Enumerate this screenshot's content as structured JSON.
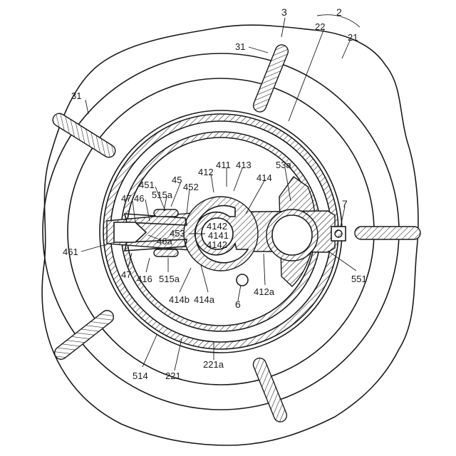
{
  "figure": {
    "labels": {
      "l3": "3",
      "l2": "2",
      "l22": "22",
      "l21": "21",
      "l31_top": "31",
      "l31_left": "31",
      "l53a": "53a",
      "l413": "413",
      "l411": "411",
      "l412": "412",
      "l414": "414",
      "l45": "45",
      "l451": "451",
      "l452": "452",
      "l515a_top": "515a",
      "l47_top": "47",
      "l46": "46",
      "l7": "7",
      "l4142_top": "4142",
      "l4141": "4141",
      "l4142_bot": "4142",
      "l453": "453",
      "l46a": "46a",
      "l461": "461",
      "l551": "551",
      "l47_bot": "47",
      "l416": "416",
      "l515a_bot": "515a",
      "l412a": "412a",
      "l414b": "414b",
      "l414a": "414a",
      "l6": "6",
      "l221a": "221a",
      "l514": "514",
      "l221": "221"
    }
  }
}
